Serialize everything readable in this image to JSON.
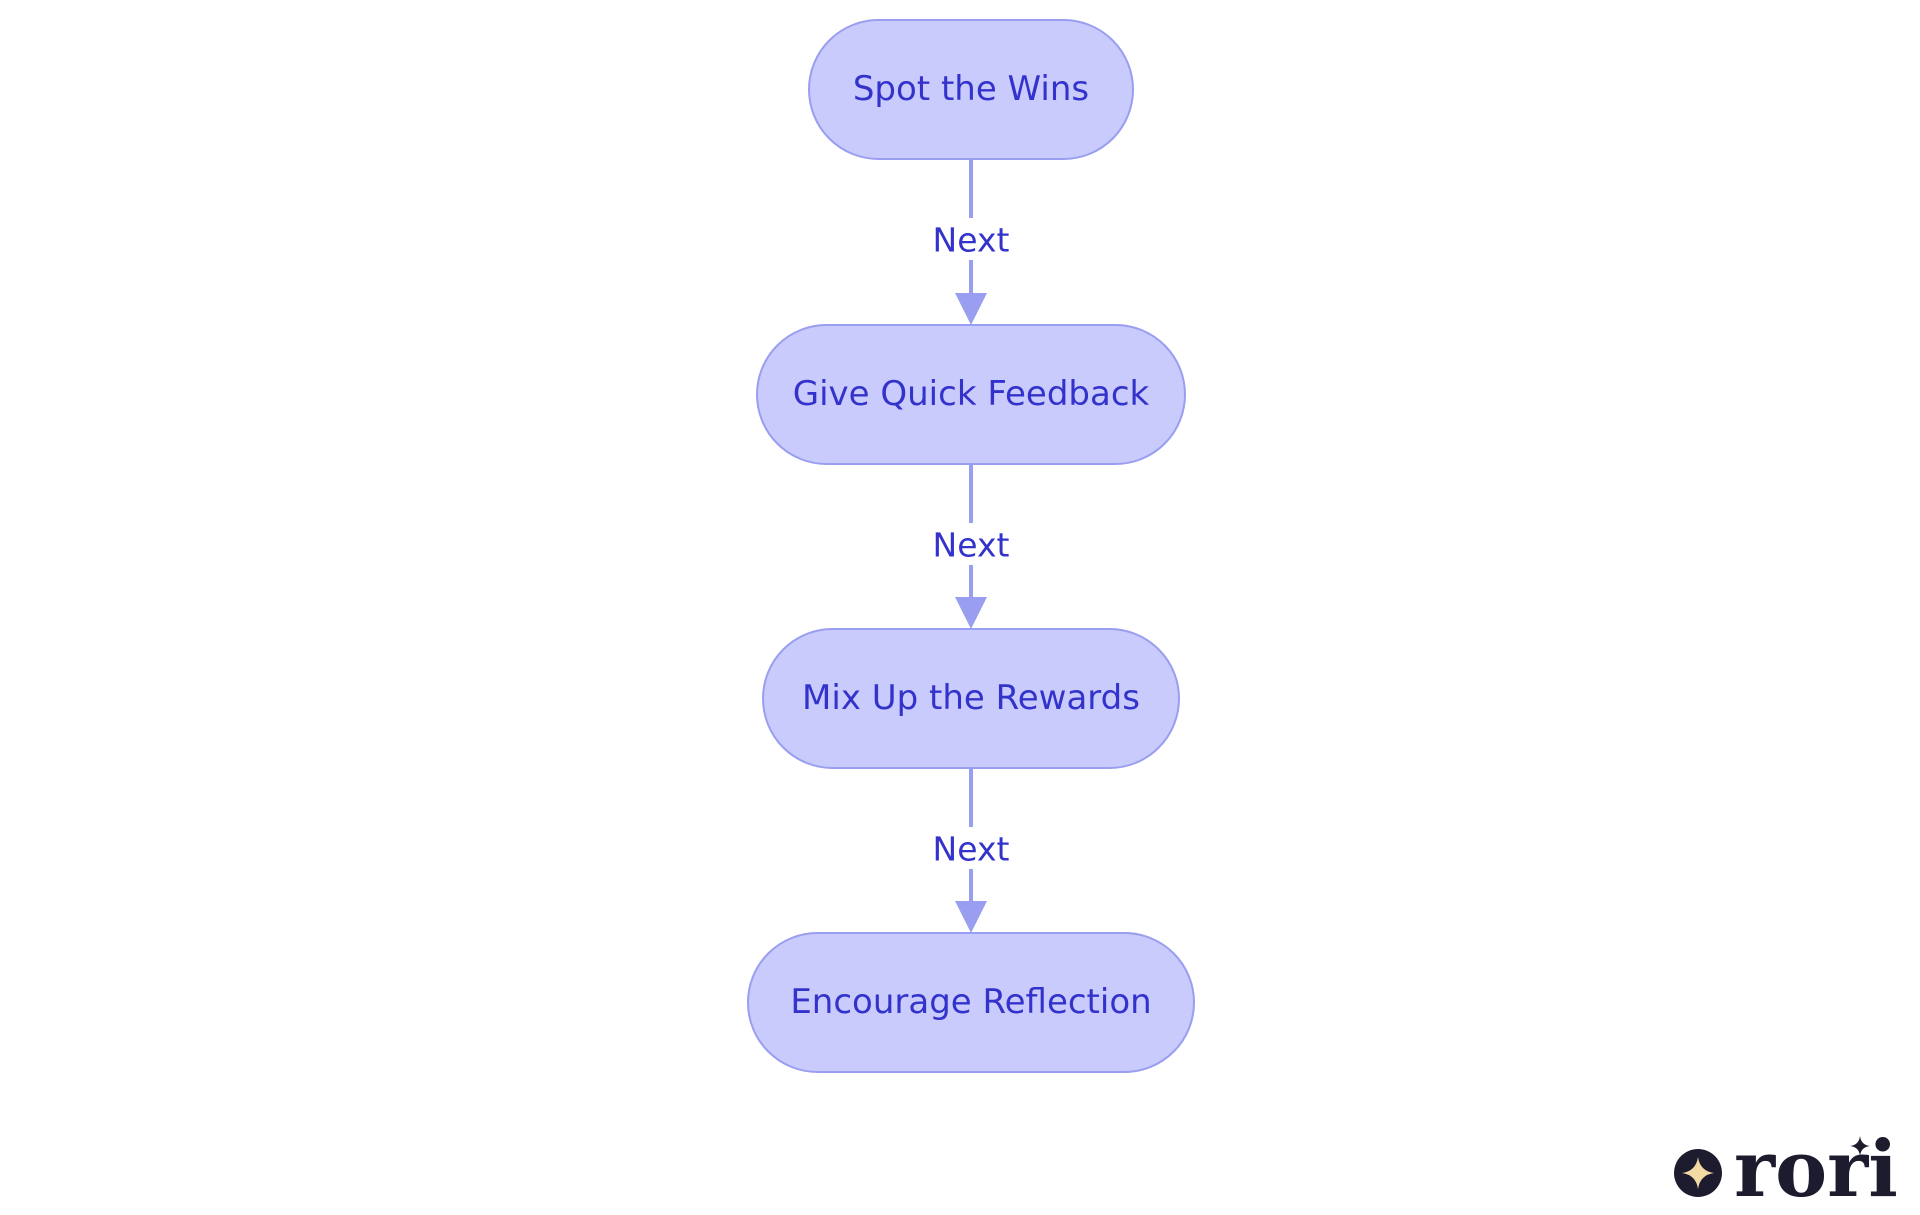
{
  "diagram": {
    "nodes": [
      {
        "id": "spot",
        "label": "Spot the Wins"
      },
      {
        "id": "feedback",
        "label": "Give Quick Feedback"
      },
      {
        "id": "rewards",
        "label": "Mix Up the Rewards"
      },
      {
        "id": "reflection",
        "label": "Encourage Reflection"
      }
    ],
    "edges": [
      {
        "from": "spot",
        "to": "feedback",
        "label": "Next"
      },
      {
        "from": "feedback",
        "to": "rewards",
        "label": "Next"
      },
      {
        "from": "rewards",
        "to": "reflection",
        "label": "Next"
      }
    ]
  },
  "logo": {
    "text": "rori",
    "icon": "sparkle-icon"
  },
  "colors": {
    "node_fill": "#c9cbfc",
    "node_stroke": "#9a9ef0",
    "text": "#3333cc",
    "edge": "#9a9ef0",
    "logo_dark": "#1c1c2e",
    "logo_accent": "#f3d9a4"
  }
}
